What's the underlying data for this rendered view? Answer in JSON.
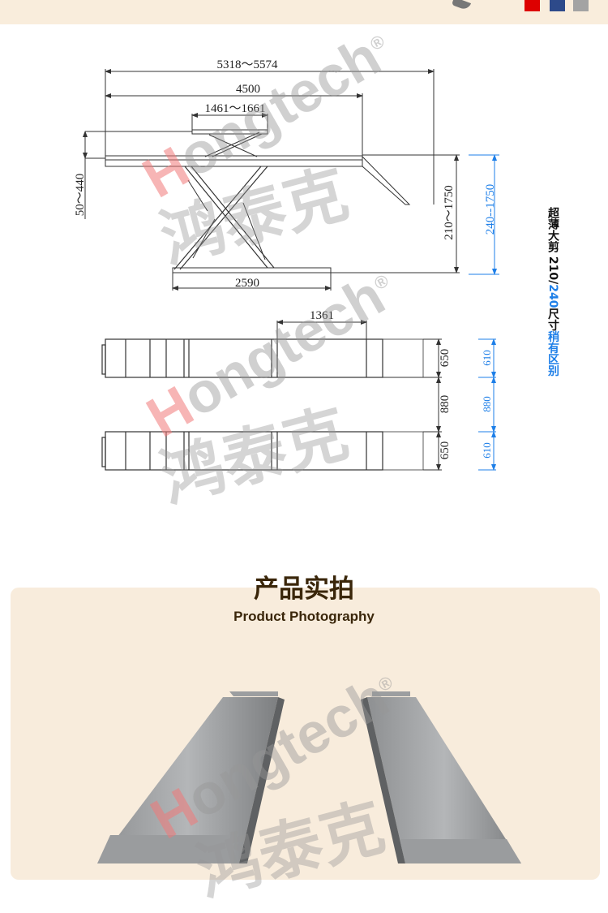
{
  "header": {
    "swatches": [
      "#dd0000",
      "#2d4a8a",
      "#a3a3a3"
    ]
  },
  "side_view": {
    "overall_length": "5318～5574",
    "platform_length": "4500",
    "top_platform_length": "1461～1661",
    "base_length": "2590",
    "top_platform_height": "50～440",
    "lift_height": "210～1750",
    "lift_height_alt": "240--1750"
  },
  "top_view": {
    "section_length": "1361",
    "rail_width": "650",
    "rail_gap": "880",
    "rail_width_alt": "610",
    "rail_gap_alt": "880"
  },
  "note": {
    "part1": "超薄大剪 210/",
    "part2": "240",
    "part3": "尺寸",
    "part4": "稍有区别"
  },
  "section": {
    "title": "产品实拍",
    "subtitle": "Product Photography"
  },
  "watermark": {
    "brand_h": "H",
    "brand_rest": "ongtech",
    "registered": "®",
    "cn": "鸿泰克"
  },
  "colors": {
    "accent_blue": "#1e7fe8",
    "title_brown": "#3a260a",
    "background": "#f8ecdc"
  }
}
